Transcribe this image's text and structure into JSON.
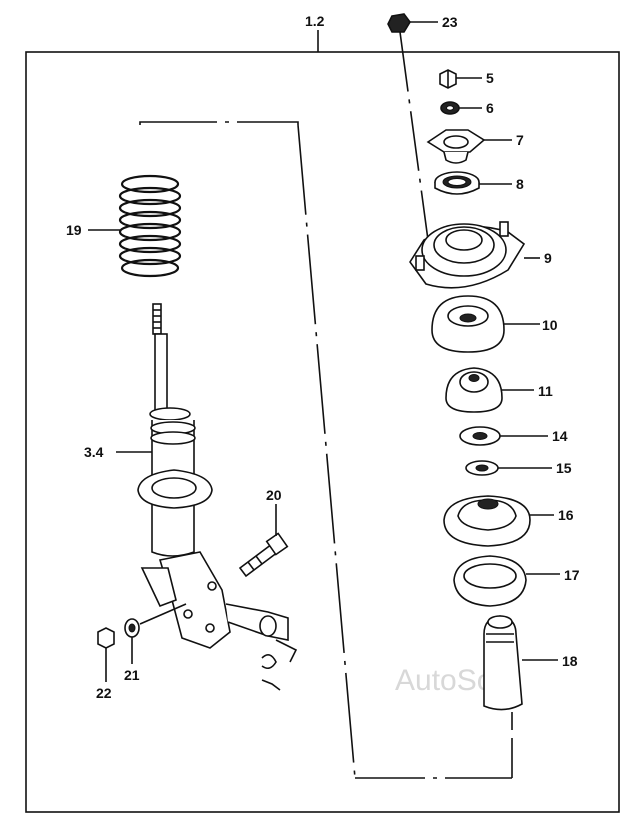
{
  "labels": {
    "l_1_2": "1.2",
    "l_23": "23",
    "l_5": "5",
    "l_6": "6",
    "l_7": "7",
    "l_8": "8",
    "l_9": "9",
    "l_10": "10",
    "l_11": "11",
    "l_14": "14",
    "l_15": "15",
    "l_16": "16",
    "l_17": "17",
    "l_18": "18",
    "l_19": "19",
    "l_20": "20",
    "l_21": "21",
    "l_22": "22",
    "l_3_4": "3.4"
  },
  "watermark": "AutoSoft"
}
